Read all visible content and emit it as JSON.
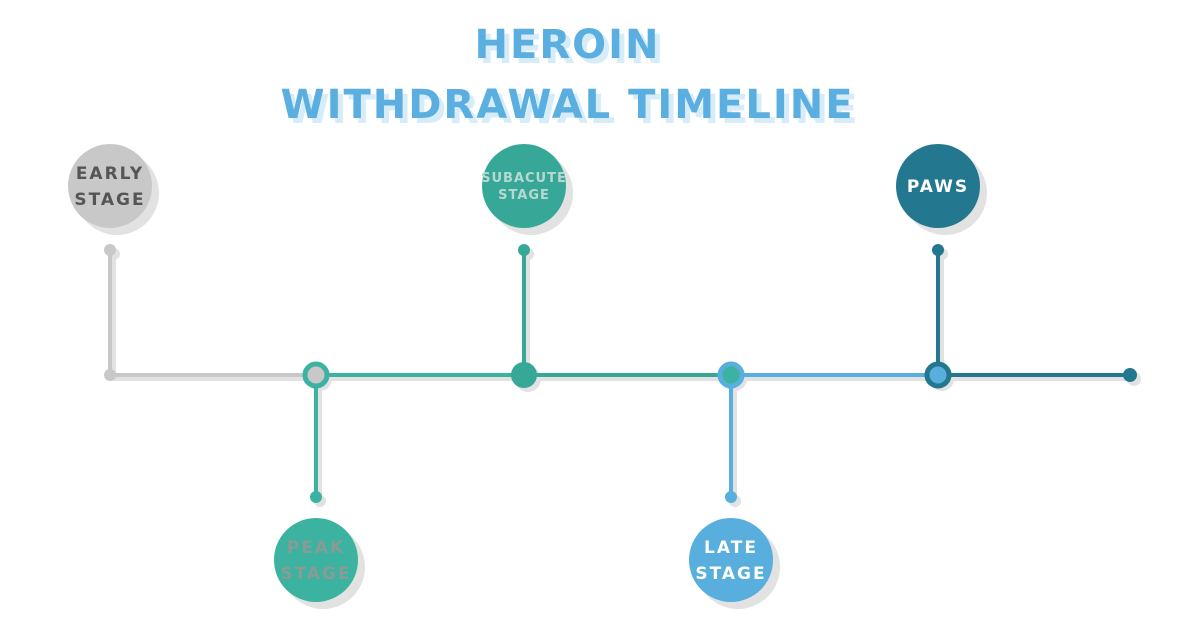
{
  "title": {
    "line1": "HEROIN",
    "line2": "WITHDRAWAL TIMELINE",
    "color": "#5aaee0",
    "shadow_color": "#d6ecf8"
  },
  "stages": [
    {
      "id": "early",
      "lines": [
        "EARLY",
        "STAGE"
      ],
      "color": "#c8c8c8",
      "text_color": "#555555",
      "position": "above"
    },
    {
      "id": "peak",
      "lines": [
        "PEAK",
        "STAGE"
      ],
      "color": "#3bb3a0",
      "text_color": "#8a9a95",
      "position": "below"
    },
    {
      "id": "subacute",
      "lines": [
        "SUBACUTE",
        "STAGE"
      ],
      "color": "#37a898",
      "text_color": "#b9d8d2",
      "position": "above"
    },
    {
      "id": "late",
      "lines": [
        "LATE",
        "STAGE"
      ],
      "color": "#58aedc",
      "text_color": "#ffffff",
      "position": "below"
    },
    {
      "id": "paws",
      "lines": [
        "PAWS"
      ],
      "color": "#237890",
      "text_color": "#ffffff",
      "position": "above"
    }
  ],
  "segment_colors": [
    "#c8c8c8",
    "#3bb3a0",
    "#37a898",
    "#58aedc",
    "#237890"
  ],
  "shadow_color": "#e2e2e2"
}
